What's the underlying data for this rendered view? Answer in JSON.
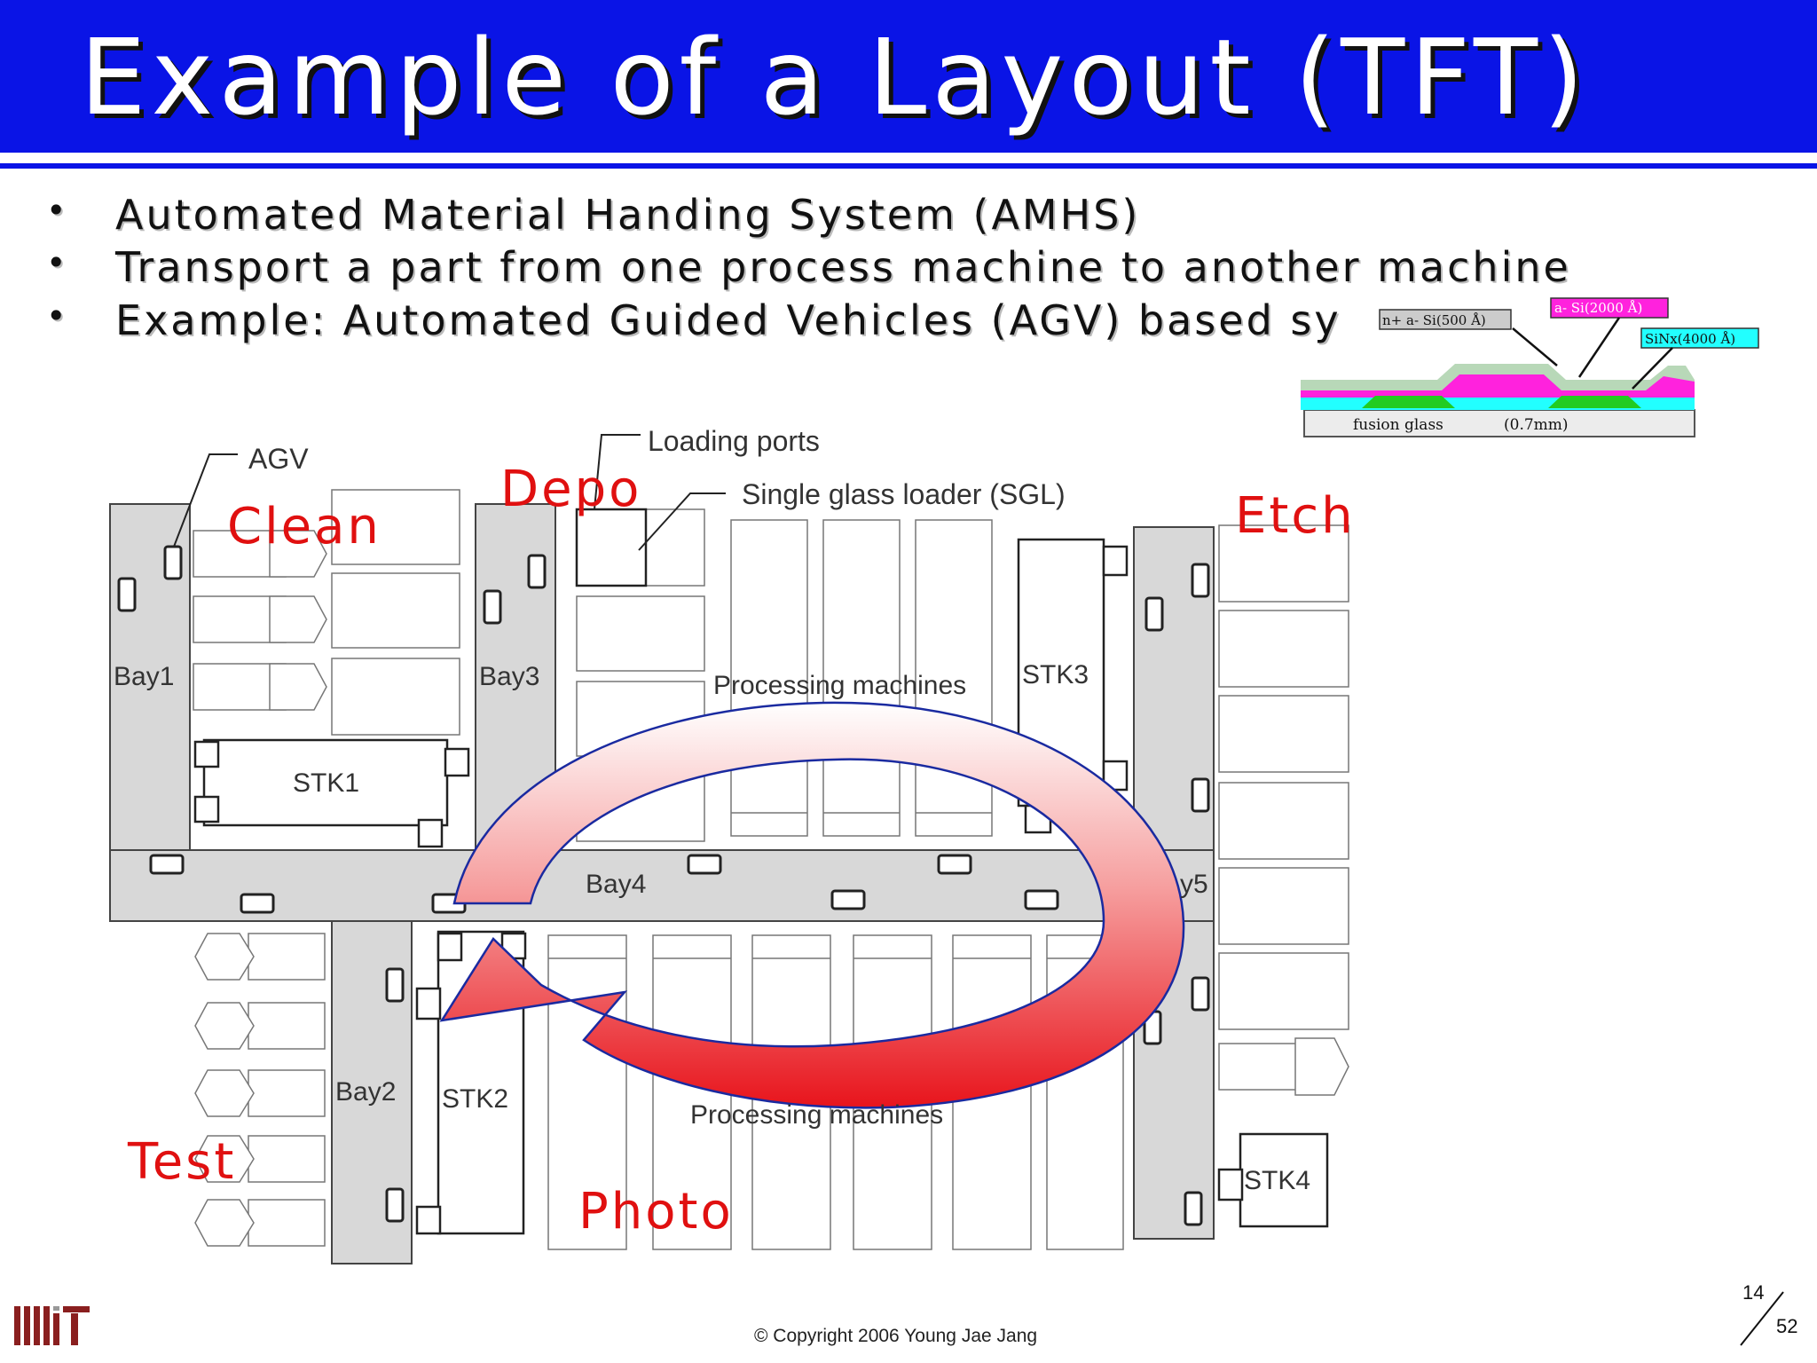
{
  "slide": {
    "title": "Example of a Layout (TFT)",
    "bullets": [
      "Automated Material Handing System (AMHS)",
      "Transport a part from one process machine to another machine",
      "Example: Automated Guided Vehicles (AGV) based sy"
    ]
  },
  "cross_section": {
    "layer_n_si": "n+ a- Si(500 Å)",
    "layer_a_si": "a- Si(2000 Å)",
    "layer_sinx": "SiNx(4000 Å)",
    "substrate": "fusion glass",
    "thickness": "(0.7mm)"
  },
  "layout": {
    "callouts": {
      "agv": "AGV",
      "loading_ports": "Loading ports",
      "sgl": "Single glass loader (SGL)"
    },
    "areas": {
      "clean": "Clean",
      "depo": "Depo",
      "etch": "Etch",
      "test": "Test",
      "photo": "Photo"
    },
    "bays": {
      "bay1": "Bay1",
      "bay2": "Bay2",
      "bay3": "Bay3",
      "bay4": "Bay4",
      "bay5": "y5"
    },
    "stockers": {
      "stk1": "STK1",
      "stk2": "STK2",
      "stk3": "STK3",
      "stk4": "STK4"
    },
    "machines_top": "Processing machines",
    "machines_bottom": "Processing machines"
  },
  "colors": {
    "title_bg": "#0a14e6",
    "area_label": "#e01010",
    "bay_fill": "#d8d8d8",
    "arrow": "#e8141c"
  },
  "footer": {
    "copyright": "© Copyright 2006 Young Jae Jang",
    "page": "14",
    "total": "52",
    "logo": "MIT"
  }
}
